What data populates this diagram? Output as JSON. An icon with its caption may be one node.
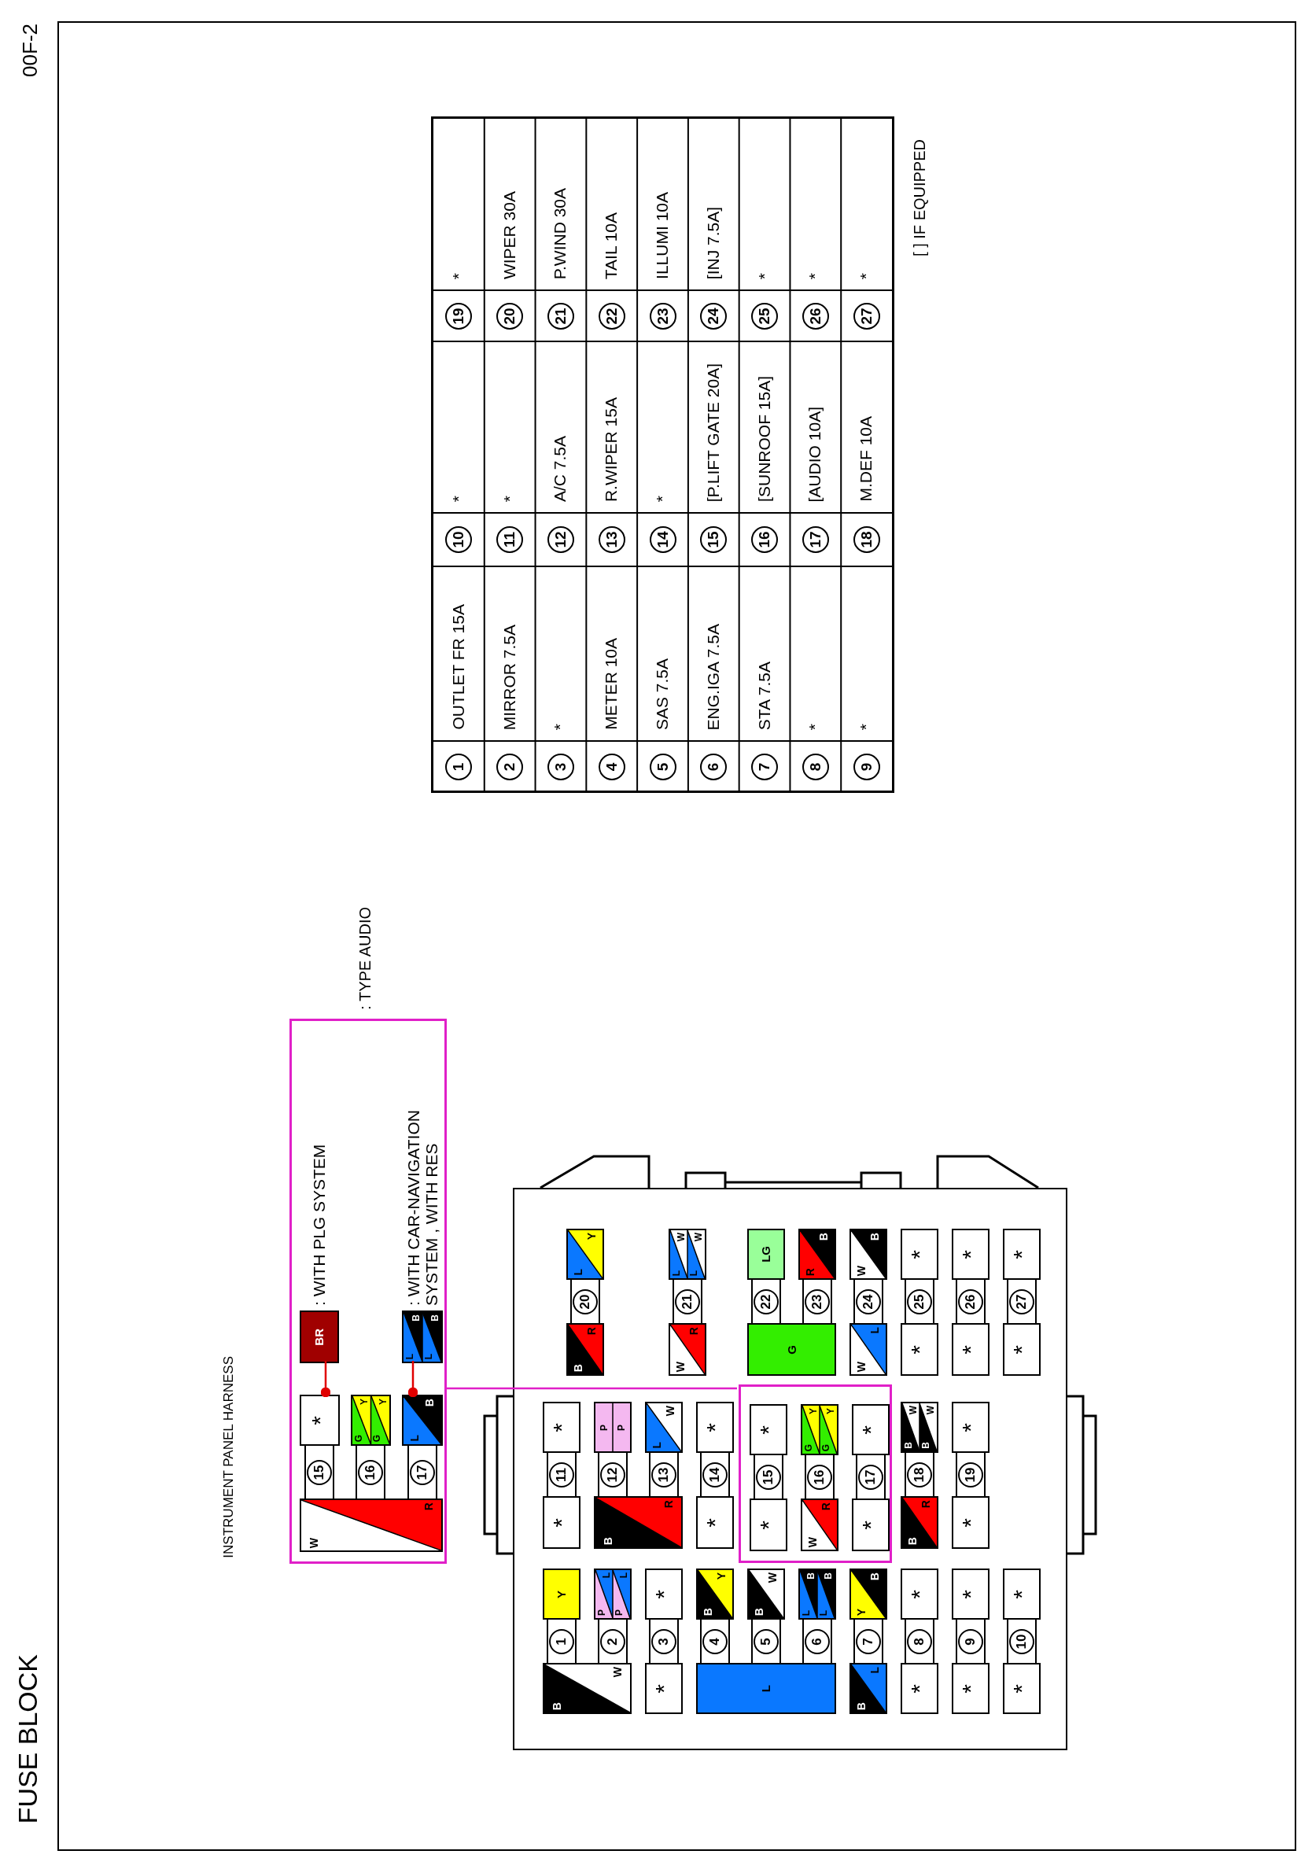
{
  "diagram": {
    "title": "FUSE BLOCK",
    "nodes": [
      {
        "text": [],
        "shape": "box"
      },
      {
        "text": [
          "BR"
        ],
        "beside": [
          ": WITH PLG SYSTEM"
        ],
        "in": 0
      },
      {
        "text": [
          "L",
          "B",
          "L",
          "B"
        ],
        "beside": [
          ": WITH CAR-NAVIGATION SYSTEM , WITH RES"
        ],
        "in": 0
      },
      {
        "text": [
          "*"
        ],
        "in": 0
      },
      {
        "text": [
          "15"
        ],
        "in": 0
      },
      {
        "text": [
          "G",
          "Y",
          "G",
          "Y"
        ],
        "in": 0
      },
      {
        "text": [
          "16"
        ],
        "in": 0
      },
      {
        "text": [
          "L",
          "B"
        ],
        "in": 0
      },
      {
        "text": [
          "17"
        ],
        "in": 0
      },
      {
        "text": [
          "W",
          "R"
        ],
        "in": 0
      },
      {
        "text": [],
        "shape": "box"
      },
      {
        "text": [],
        "shape": "box",
        "in": 10
      },
      {
        "text": [
          "*"
        ],
        "in": 11
      },
      {
        "text": [
          "15"
        ],
        "in": 11
      },
      {
        "text": [
          "*"
        ],
        "in": 11
      },
      {
        "text": [
          "G",
          "Y",
          "G",
          "Y"
        ],
        "in": 11
      },
      {
        "text": [
          "16"
        ],
        "in": 11
      },
      {
        "text": [
          "W",
          "R"
        ],
        "in": 11
      },
      {
        "text": [
          "*"
        ],
        "in": 11
      },
      {
        "text": [
          "17"
        ],
        "in": 11
      },
      {
        "text": [
          "*"
        ],
        "in": 11
      },
      {
        "text": [
          "L",
          "Y"
        ],
        "in": 10
      },
      {
        "text": [
          "20"
        ],
        "in": 10
      },
      {
        "text": [
          "B",
          "R"
        ],
        "in": 10
      },
      {
        "text": [
          "L",
          "W",
          "L",
          "W"
        ],
        "in": 10
      },
      {
        "text": [
          "21"
        ],
        "in": 10
      },
      {
        "text": [
          "W",
          "R"
        ],
        "in": 10
      },
      {
        "text": [
          "LG"
        ],
        "in": 10
      },
      {
        "text": [
          "22"
        ],
        "in": 10
      },
      {
        "text": [
          "G"
        ],
        "in": 10
      },
      {
        "text": [
          "R",
          "B"
        ],
        "in": 10
      },
      {
        "text": [
          "23"
        ],
        "in": 10
      },
      {
        "text": [
          "W",
          "B"
        ],
        "in": 10
      },
      {
        "text": [
          "24"
        ],
        "in": 10
      },
      {
        "text": [
          "W",
          "L"
        ],
        "in": 10
      },
      {
        "text": [
          "*"
        ],
        "in": 10
      },
      {
        "text": [
          "25"
        ],
        "in": 10
      },
      {
        "text": [
          "*"
        ],
        "in": 10
      },
      {
        "text": [
          "*"
        ],
        "in": 10
      },
      {
        "text": [
          "26"
        ],
        "in": 10
      },
      {
        "text": [
          "*"
        ],
        "in": 10
      },
      {
        "text": [
          "*"
        ],
        "in": 10
      },
      {
        "text": [
          "27"
        ],
        "in": 10
      },
      {
        "text": [
          "*"
        ],
        "in": 10
      },
      {
        "text": [
          "*"
        ],
        "in": 10
      },
      {
        "text": [
          "11"
        ],
        "in": 10
      },
      {
        "text": [
          "*"
        ],
        "in": 10
      },
      {
        "text": [
          "P",
          "P"
        ],
        "in": 10
      },
      {
        "text": [
          "12"
        ],
        "in": 10
      },
      {
        "text": [
          "B",
          "R"
        ],
        "in": 10
      },
      {
        "text": [
          "L",
          "W"
        ],
        "in": 10
      },
      {
        "text": [
          "13"
        ],
        "in": 10
      },
      {
        "text": [
          "*"
        ],
        "in": 10
      },
      {
        "text": [
          "14"
        ],
        "in": 10
      },
      {
        "text": [
          "*"
        ],
        "in": 10
      },
      {
        "text": [
          "B",
          "W",
          "B",
          "W"
        ],
        "in": 10
      },
      {
        "text": [
          "18"
        ],
        "in": 10
      },
      {
        "text": [
          "B",
          "R"
        ],
        "in": 10
      },
      {
        "text": [
          "*"
        ],
        "in": 10
      },
      {
        "text": [
          "19"
        ],
        "in": 10
      },
      {
        "text": [
          "*"
        ],
        "in": 10
      },
      {
        "text": [
          "Y"
        ],
        "in": 10
      },
      {
        "text": [
          "1"
        ],
        "in": 10
      },
      {
        "text": [
          "B",
          "W"
        ],
        "in": 10
      },
      {
        "text": [
          "P",
          "L",
          "P",
          "L"
        ],
        "in": 10
      },
      {
        "text": [
          "2"
        ],
        "in": 10
      },
      {
        "text": [
          "*"
        ],
        "in": 10
      },
      {
        "text": [
          "3"
        ],
        "in": 10
      },
      {
        "text": [
          "*"
        ],
        "in": 10
      },
      {
        "text": [
          "B",
          "Y"
        ],
        "in": 10
      },
      {
        "text": [
          "4"
        ],
        "in": 10
      },
      {
        "text": [
          "L"
        ],
        "in": 10
      },
      {
        "text": [
          "B",
          "W"
        ],
        "in": 10
      },
      {
        "text": [
          "5"
        ],
        "in": 10
      },
      {
        "text": [
          "L",
          "B",
          "L",
          "B"
        ],
        "in": 10
      },
      {
        "text": [
          "6"
        ],
        "in": 10
      },
      {
        "text": [
          "Y",
          "B"
        ],
        "in": 10
      },
      {
        "text": [
          "7"
        ],
        "in": 10
      },
      {
        "text": [
          "B",
          "L"
        ],
        "in": 10
      },
      {
        "text": [
          "*"
        ],
        "in": 10
      },
      {
        "text": [
          "8"
        ],
        "in": 10
      },
      {
        "text": [
          "*"
        ],
        "in": 10
      },
      {
        "text": [
          "*"
        ],
        "in": 10
      },
      {
        "text": [
          "9"
        ],
        "in": 10
      },
      {
        "text": [
          "*"
        ],
        "in": 10
      },
      {
        "text": [
          "*"
        ],
        "in": 10
      },
      {
        "text": [
          "10"
        ],
        "in": 10
      },
      {
        "text": [
          "*"
        ],
        "in": 10
      }
    ],
    "edges": [
      {
        "from": 3,
        "to": 1,
        "arrow": "other"
      },
      {
        "from": 7,
        "to": 2,
        "arrow": "other"
      },
      {
        "from": 0,
        "to": 11,
        "arrow": "none",
        "color": "#e020c8"
      }
    ],
    "labels": [
      "00F-2",
      "INSTRUMENT PANEL HARNESS",
      ": TYPE AUDIO",
      "1",
      "OUTLET FR 15A",
      "10",
      "*",
      "19",
      "*",
      "2",
      "MIRROR 7.5A",
      "11",
      "*",
      "20",
      "WIPER 30A",
      "3",
      "*",
      "12",
      "A/C 7.5A",
      "21",
      "P.WIND 30A",
      "4",
      "METER 10A",
      "13",
      "R.WIPER 15A",
      "22",
      "TAIL 10A",
      "5",
      "SAS 7.5A",
      "14",
      "*",
      "23",
      "ILLUMI 10A",
      "6",
      "ENG.IGA 7.5A",
      "15",
      "[P.LIFT GATE 20A]",
      "24",
      "[INJ 7.5A]",
      "7",
      "STA 7.5A",
      "16",
      "[SUNROOF 15A]",
      "25",
      "*",
      "8",
      "*",
      "17",
      "[AUDIO 10A]",
      "26",
      "*",
      "9",
      "*",
      "18",
      "M.DEF 10A",
      "27",
      "*",
      "[ ] IF EQUIPPED"
    ]
  }
}
